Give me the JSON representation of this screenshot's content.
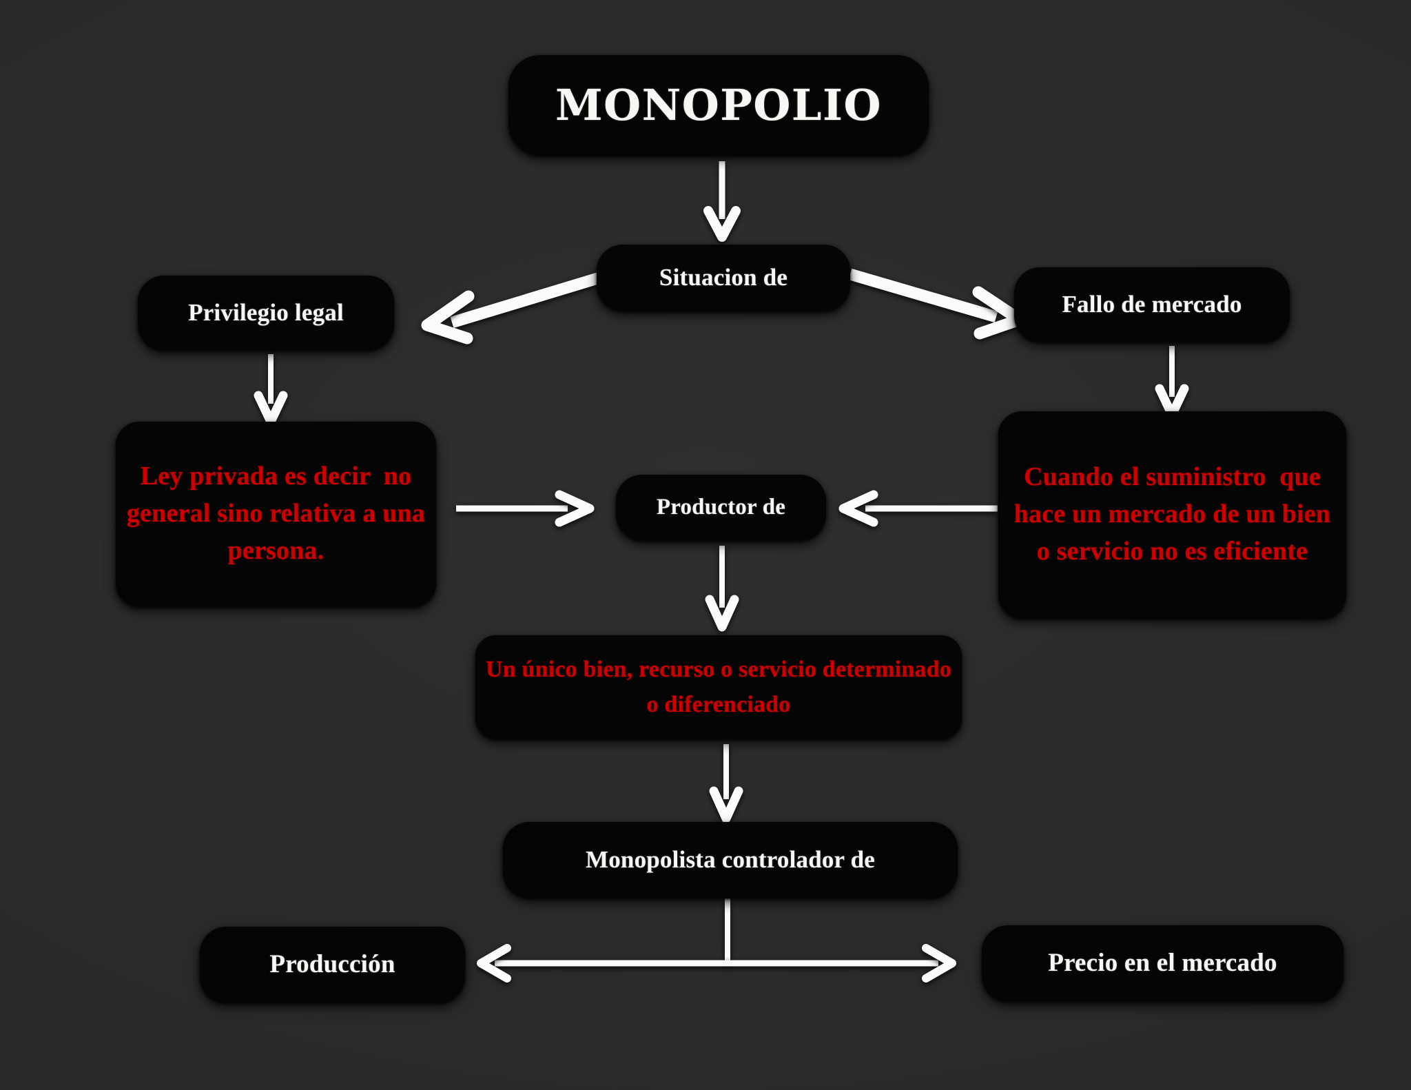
{
  "diagram": {
    "title": "MONOPOLIO",
    "background_color": "#272727",
    "node_fill_color": "#050505",
    "text_color_white": "#F7F7F4",
    "text_color_red": "#CC0000",
    "connector_color": "#FBFBF9",
    "nodes": {
      "title": "MONOPOLIO",
      "situacion": "Situacion de",
      "privilegio": "Privilegio legal",
      "fallo": "Fallo de mercado",
      "ley": "Ley privada es decir  no general sino relativa a una persona.",
      "cuando": "Cuando el suministro  que hace un mercado de un bien o servicio no es eficiente",
      "productor": "Productor de",
      "unico": "Un único bien, recurso o servicio determinado o diferenciado",
      "monopolista": "Monopolista controlador de",
      "produccion": "Producción",
      "precio": "Precio en el mercado"
    },
    "edges": [
      {
        "name": "titulo-a-situacion",
        "from": "MONOPOLIO",
        "to": "Situacion de",
        "style": "arrow-down"
      },
      {
        "name": "situacion-a-privilegio",
        "from": "Situacion de",
        "to": "Privilegio legal",
        "style": "arrow-diagonal-left"
      },
      {
        "name": "situacion-a-fallo",
        "from": "Situacion de",
        "to": "Fallo de mercado",
        "style": "arrow-diagonal-right"
      },
      {
        "name": "privilegio-a-ley",
        "from": "Privilegio legal",
        "to": "Ley privada es decir  no general sino relativa a una persona.",
        "style": "arrow-down"
      },
      {
        "name": "fallo-a-cuando",
        "from": "Fallo de mercado",
        "to": "Cuando el suministro  que hace un mercado de un bien o servicio no es eficiente",
        "style": "arrow-down"
      },
      {
        "name": "ley-a-productor",
        "from": "Ley privada es decir  no general sino relativa a una persona.",
        "to": "Productor de",
        "style": "arrow-right"
      },
      {
        "name": "cuando-a-productor",
        "from": "Cuando el suministro  que hace un mercado de un bien o servicio no es eficiente",
        "to": "Productor de",
        "style": "arrow-left"
      },
      {
        "name": "productor-a-unico",
        "from": "Productor de",
        "to": "Un único bien, recurso o servicio determinado o diferenciado",
        "style": "arrow-down"
      },
      {
        "name": "unico-a-monopolista",
        "from": "Un único bien, recurso o servicio determinado o diferenciado",
        "to": "Monopolista controlador de",
        "style": "arrow-down"
      },
      {
        "name": "monopolista-a-produccion-precio",
        "from": "Monopolista controlador de",
        "to": "Producción / Precio en el mercado",
        "style": "t-double-arrow"
      }
    ]
  }
}
